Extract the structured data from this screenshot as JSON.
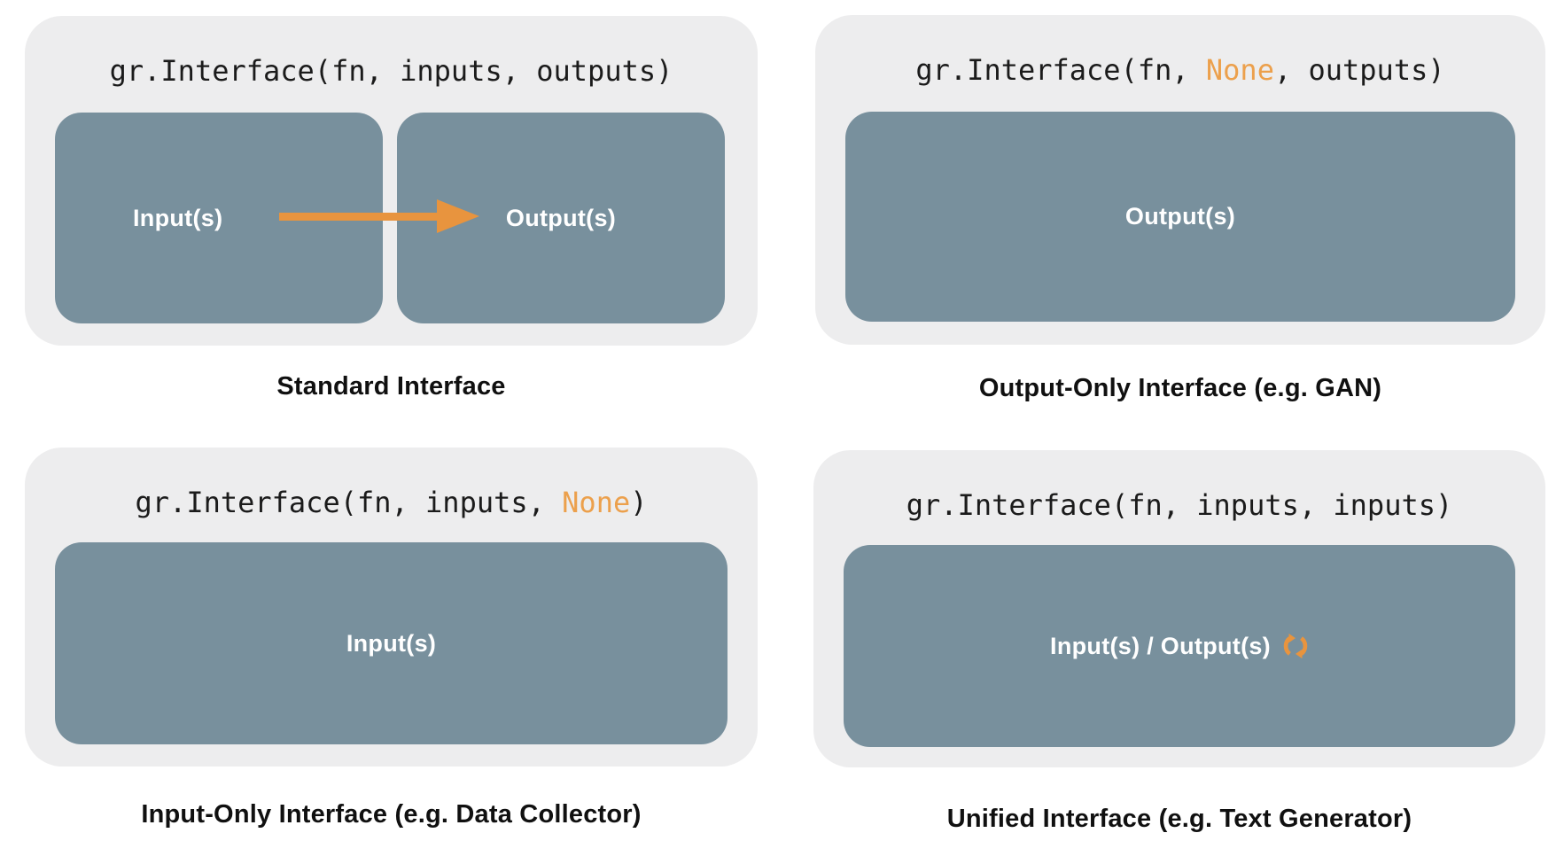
{
  "colors": {
    "page_bg": "#ffffff",
    "card_bg": "#EDEDEE",
    "box_bg": "#78909D",
    "arrow_orange": "#E8943E",
    "keyword_orange": "#ECA04C",
    "code_text": "#1B1B1B",
    "caption_text": "#101010",
    "box_label": "#FFFFFF"
  },
  "panels": [
    {
      "name": "standard-interface",
      "code": [
        {
          "text": "gr.Interface(fn, inputs, outputs)",
          "accent": false
        }
      ],
      "boxes": [
        {
          "label": "Input(s)"
        },
        {
          "label": "Output(s)"
        }
      ],
      "icon": "arrow-right",
      "caption": "Standard Interface"
    },
    {
      "name": "output-only-interface",
      "code": [
        {
          "text": "gr.Interface(fn, ",
          "accent": false
        },
        {
          "text": "None",
          "accent": true
        },
        {
          "text": ", outputs)",
          "accent": false
        }
      ],
      "boxes": [
        {
          "label": "Output(s)"
        }
      ],
      "icon": null,
      "caption": "Output-Only Interface (e.g. GAN)"
    },
    {
      "name": "input-only-interface",
      "code": [
        {
          "text": "gr.Interface(fn, inputs, ",
          "accent": false
        },
        {
          "text": "None",
          "accent": true
        },
        {
          "text": ")",
          "accent": false
        }
      ],
      "boxes": [
        {
          "label": "Input(s)"
        }
      ],
      "icon": null,
      "caption": "Input-Only Interface (e.g. Data Collector)"
    },
    {
      "name": "unified-interface",
      "code": [
        {
          "text": "gr.Interface(fn, inputs, inputs)",
          "accent": false
        }
      ],
      "boxes": [
        {
          "label": "Input(s) / Output(s)"
        }
      ],
      "icon": "sync",
      "caption": "Unified Interface (e.g. Text Generator)"
    }
  ]
}
